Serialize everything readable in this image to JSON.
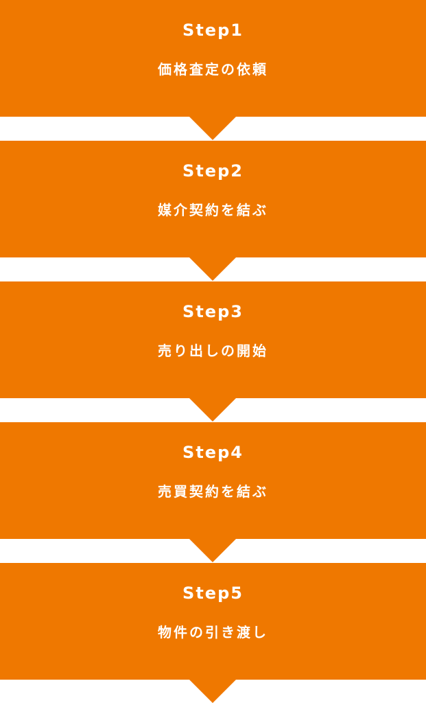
{
  "steps": [
    {
      "title": "Step1",
      "description": "価格査定の依頼"
    },
    {
      "title": "Step2",
      "description": "媒介契約を結ぶ"
    },
    {
      "title": "Step3",
      "description": "売り出しの開始"
    },
    {
      "title": "Step4",
      "description": "売買契約を結ぶ"
    },
    {
      "title": "Step5",
      "description": "物件の引き渡し"
    }
  ],
  "colors": {
    "step_background": "#ef7800",
    "text": "#ffffff",
    "page_background": "#ffffff"
  }
}
